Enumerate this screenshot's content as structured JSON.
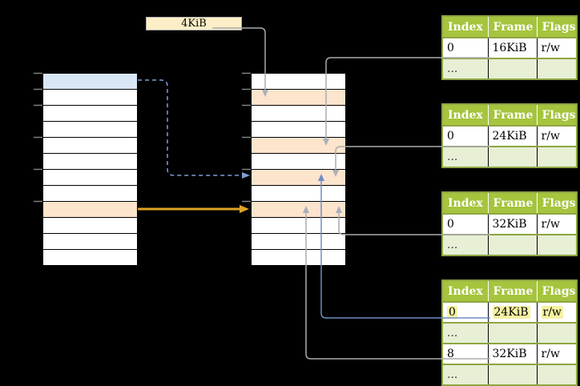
{
  "page_size_label": "4KiB",
  "colors": {
    "background": "#000000",
    "label_fill": "#FCEFC8",
    "blue_row": "#D9E6F6",
    "orange_row": "#FCE4CD",
    "table_header_bg": "#A6C43D",
    "table_frame": "#8DA644",
    "table_alt_row_bg": "#E7EFD5",
    "highlight_yellow": "#F6F2A2",
    "gray_line": "#ABABAB",
    "gray_arrow": "#A9AFBA",
    "blue_solid": "#6E8EC4",
    "blue_dashed": "#7C9FD4",
    "orange_arrow": "#DFA226",
    "tick": "#7F7F7F"
  },
  "virtual_memory": {
    "row_count": 12,
    "special_rows": {
      "0": "blue",
      "8": "orange"
    }
  },
  "physical_memory": {
    "row_count": 12,
    "special_rows": {
      "1": "orange",
      "4": "orange",
      "6": "orange",
      "8": "orange"
    }
  },
  "page_tables": [
    {
      "id": "page-table-1",
      "headers": [
        "Index",
        "Frame",
        "Flags"
      ],
      "rows": [
        {
          "cells": [
            "0",
            "16KiB",
            "r/w"
          ],
          "shaded": false,
          "highlighted": false
        },
        {
          "cells": [
            "...",
            "",
            ""
          ],
          "shaded": true,
          "highlighted": false
        }
      ]
    },
    {
      "id": "page-table-2",
      "headers": [
        "Index",
        "Frame",
        "Flags"
      ],
      "rows": [
        {
          "cells": [
            "0",
            "24KiB",
            "r/w"
          ],
          "shaded": false,
          "highlighted": false
        },
        {
          "cells": [
            "...",
            "",
            ""
          ],
          "shaded": true,
          "highlighted": false
        }
      ]
    },
    {
      "id": "page-table-3",
      "headers": [
        "Index",
        "Frame",
        "Flags"
      ],
      "rows": [
        {
          "cells": [
            "0",
            "32KiB",
            "r/w"
          ],
          "shaded": false,
          "highlighted": false
        },
        {
          "cells": [
            "...",
            "",
            ""
          ],
          "shaded": true,
          "highlighted": false
        }
      ]
    },
    {
      "id": "page-table-4",
      "headers": [
        "Index",
        "Frame",
        "Flags"
      ],
      "rows": [
        {
          "cells": [
            "0",
            "24KiB",
            "r/w"
          ],
          "shaded": false,
          "highlighted": true
        },
        {
          "cells": [
            "...",
            "",
            ""
          ],
          "shaded": true,
          "highlighted": false
        },
        {
          "cells": [
            "8",
            "32KiB",
            "r/w"
          ],
          "shaded": false,
          "highlighted": false
        },
        {
          "cells": [
            "...",
            "",
            ""
          ],
          "shaded": true,
          "highlighted": false
        }
      ]
    }
  ]
}
